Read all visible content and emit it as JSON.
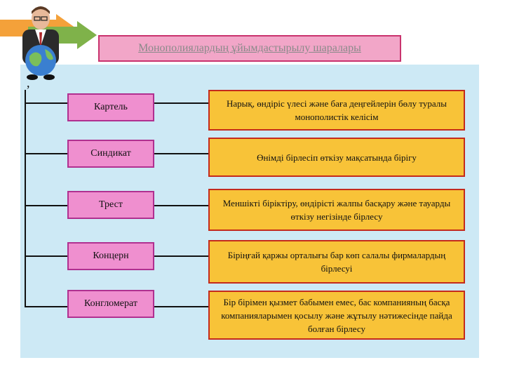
{
  "title": "Монополиялардың ұйымдастырылу шаралары",
  "rows": [
    {
      "name": "Картель",
      "definition": "Нарық, өндіріс үлесі және баға деңгейлерін бөлу туралы монополистік келісім"
    },
    {
      "name": "Синдикат",
      "definition": "Өнімді бірлесіп өткізу мақсатында бірігу"
    },
    {
      "name": "Трест",
      "definition": "Меншікті біріктіру, өндірісті жалпы басқару және тауарды өткізу негізінде бірлесу"
    },
    {
      "name": "Концерн",
      "definition": "Біріңғай қаржы орталығы бар көп салалы фирмалардың бірлесуі"
    },
    {
      "name": "Конгломерат",
      "definition": "Бір бірімен қызмет бабымен емес, бас компанияның басқа компанияларымен қосылу және жұтылу нәтижесінде пайда болған бірлесу"
    }
  ],
  "colors": {
    "panel": "#cde9f5",
    "title_fill": "#f2a6c8",
    "category_fill": "#ef8fcf",
    "definition_fill": "#f8c338",
    "definition_border": "#c42a1c"
  },
  "icons": [
    "businessman-with-globe-icon",
    "green-arrow-icon",
    "orange-arrow-icon"
  ]
}
